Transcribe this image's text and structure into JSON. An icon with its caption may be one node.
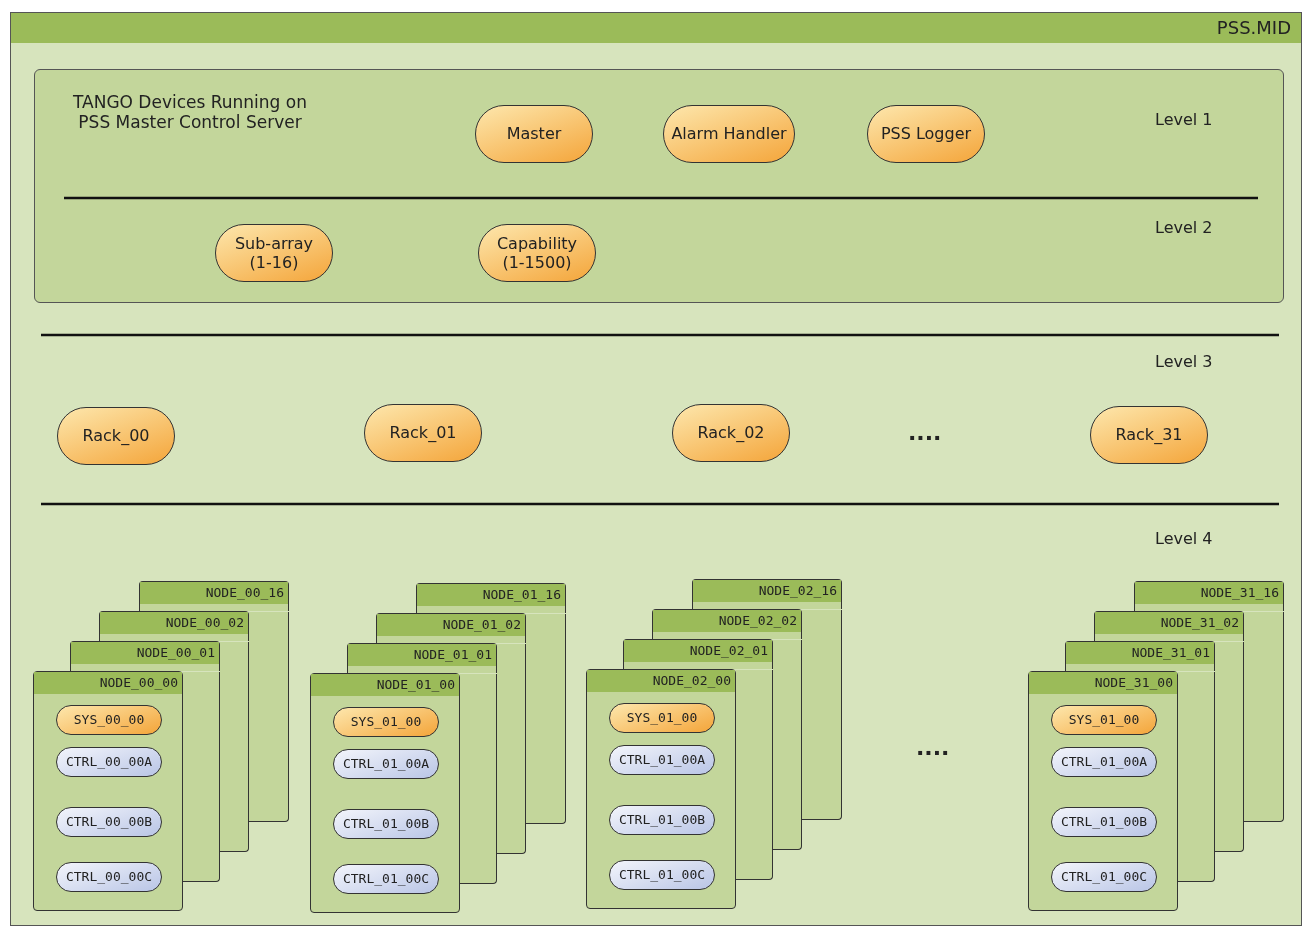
{
  "diagram": {
    "nodes": [
      {
        "text": [
          "PSS.MID"
        ]
      },
      {
        "text": [
          "TANGO Devices Running on PSS Master Control Server"
        ],
        "in": 0
      },
      {
        "text": [
          "Master"
        ],
        "in": 1
      },
      {
        "text": [
          "Alarm Handler"
        ],
        "in": 1
      },
      {
        "text": [
          "PSS Logger"
        ],
        "in": 1
      },
      {
        "text": [
          "Sub-array (1-16)"
        ],
        "in": 1
      },
      {
        "text": [
          "Capability (1-1500)"
        ],
        "in": 1
      },
      {
        "text": [
          "Rack_00"
        ],
        "in": 0
      },
      {
        "text": [
          "Rack_01"
        ],
        "in": 0
      },
      {
        "text": [
          "Rack_02"
        ],
        "in": 0
      },
      {
        "text": [
          "Rack_31"
        ],
        "in": 0
      },
      {
        "text": [
          "NODE_00_16"
        ],
        "in": 0
      },
      {
        "text": [
          "NODE_00_02"
        ],
        "in": 0
      },
      {
        "text": [
          "NODE_00_01"
        ],
        "in": 0
      },
      {
        "text": [
          "NODE_00_00"
        ],
        "in": 0
      },
      {
        "text": [
          "SYS_00_00"
        ],
        "in": 14
      },
      {
        "text": [
          "CTRL_00_00A"
        ],
        "in": 14
      },
      {
        "text": [
          "CTRL_00_00B"
        ],
        "in": 14
      },
      {
        "text": [
          "CTRL_00_00C"
        ],
        "in": 14
      },
      {
        "text": [
          "NODE_01_16"
        ],
        "in": 0
      },
      {
        "text": [
          "NODE_01_02"
        ],
        "in": 0
      },
      {
        "text": [
          "NODE_01_01"
        ],
        "in": 0
      },
      {
        "text": [
          "NODE_01_00"
        ],
        "in": 0
      },
      {
        "text": [
          "SYS_01_00"
        ],
        "in": 22
      },
      {
        "text": [
          "CTRL_01_00A"
        ],
        "in": 22
      },
      {
        "text": [
          "CTRL_01_00B"
        ],
        "in": 22
      },
      {
        "text": [
          "CTRL_01_00C"
        ],
        "in": 22
      },
      {
        "text": [
          "NODE_02_16"
        ],
        "in": 0
      },
      {
        "text": [
          "NODE_02_02"
        ],
        "in": 0
      },
      {
        "text": [
          "NODE_02_01"
        ],
        "in": 0
      },
      {
        "text": [
          "NODE_02_00"
        ],
        "in": 0
      },
      {
        "text": [
          "SYS_01_00"
        ],
        "in": 30
      },
      {
        "text": [
          "CTRL_01_00A"
        ],
        "in": 30
      },
      {
        "text": [
          "CTRL_01_00B"
        ],
        "in": 30
      },
      {
        "text": [
          "CTRL_01_00C"
        ],
        "in": 30
      },
      {
        "text": [
          "NODE_31_16"
        ],
        "in": 0
      },
      {
        "text": [
          "NODE_31_02"
        ],
        "in": 0
      },
      {
        "text": [
          "NODE_31_01"
        ],
        "in": 0
      },
      {
        "text": [
          "NODE_31_00"
        ],
        "in": 0
      },
      {
        "text": [
          "SYS_01_00"
        ],
        "in": 38
      },
      {
        "text": [
          "CTRL_01_00A"
        ],
        "in": 38
      },
      {
        "text": [
          "CTRL_01_00B"
        ],
        "in": 38
      },
      {
        "text": [
          "CTRL_01_00C"
        ],
        "in": 38
      }
    ],
    "labels": [
      "Level 1",
      "Level 2",
      "Level 3",
      "....",
      "Level 4",
      "...."
    ]
  }
}
